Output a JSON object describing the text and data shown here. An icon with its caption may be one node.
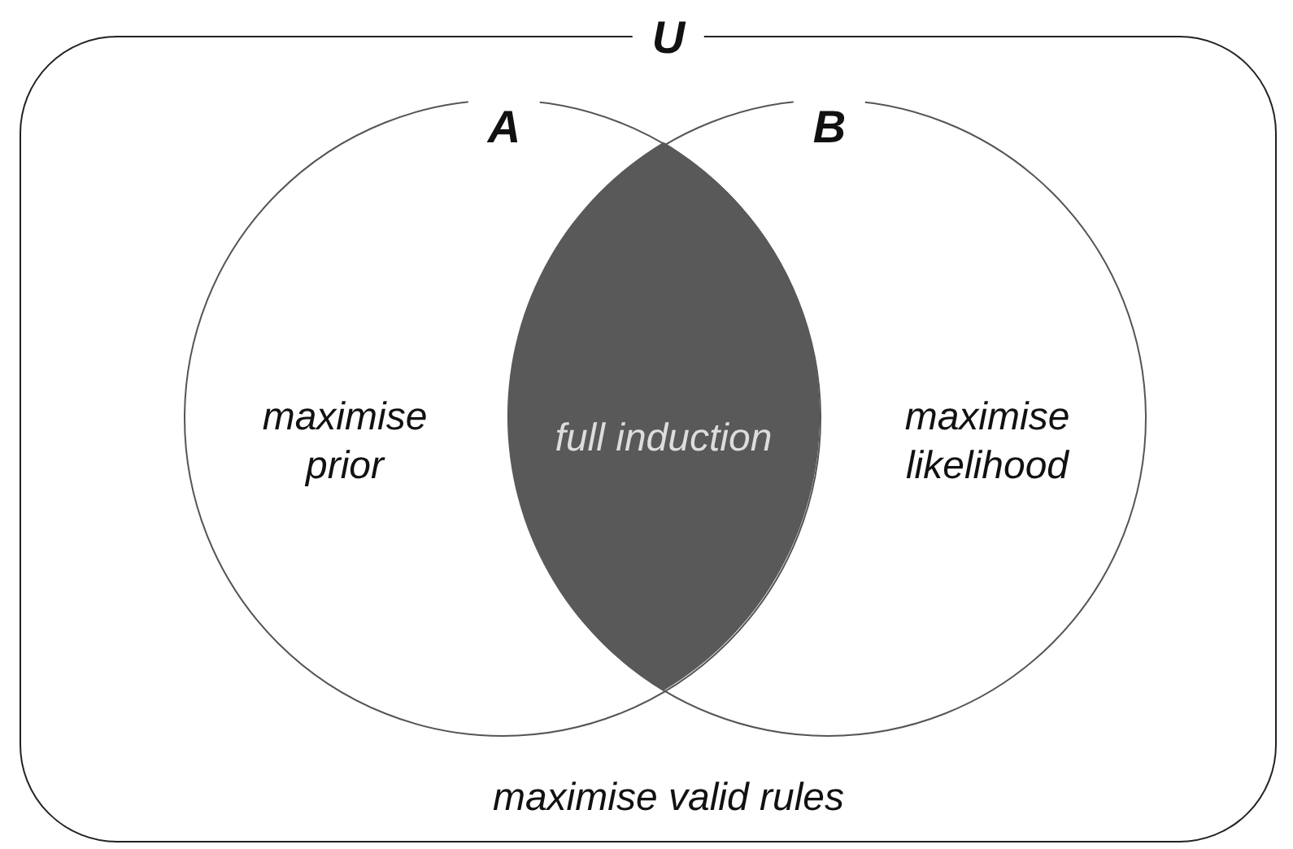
{
  "diagram": {
    "nodes": [
      {
        "text": [
          "U",
          "maximise valid rules"
        ]
      },
      {
        "text": [
          "A",
          "maximise prior"
        ],
        "in": 0
      },
      {
        "text": [
          "B",
          "maximise likelihood"
        ],
        "in": 0
      },
      {
        "text": [
          "full induction"
        ]
      }
    ]
  }
}
